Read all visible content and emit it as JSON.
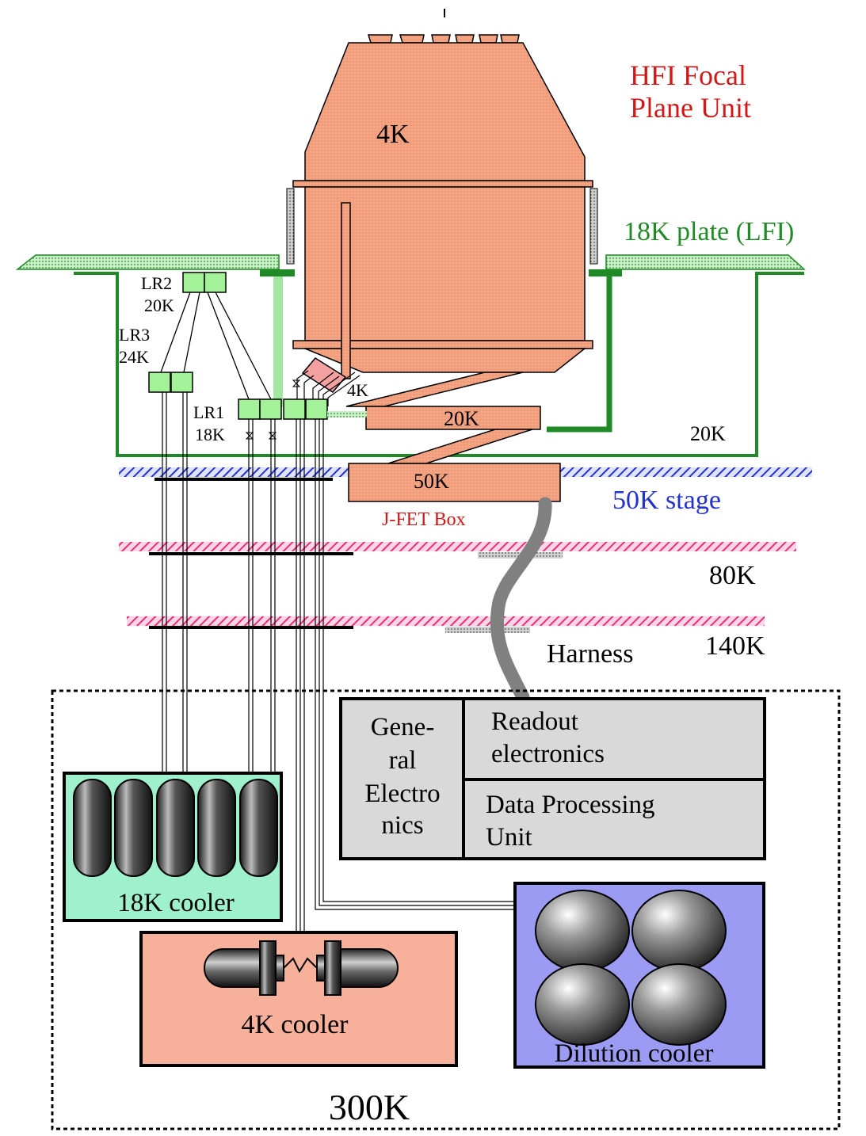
{
  "title": {
    "line1": "HFI Focal",
    "line2": "Plane Unit"
  },
  "plate_label": "18K plate (LFI)",
  "fpu": {
    "label_4k": "4K",
    "label_4k_small": "4K"
  },
  "boxes": {
    "b20k": "20K",
    "b50k": "50K",
    "jfet": "J-FET Box"
  },
  "lr": {
    "lr2": "LR2",
    "lr2_temp": "20K",
    "lr3": "LR3",
    "lr3_temp": "24K",
    "lr1": "LR1",
    "lr1_temp": "18K"
  },
  "stages": {
    "s20": "20K",
    "s50": "50K stage",
    "s80": "80K",
    "s140": "140K",
    "harness": "Harness"
  },
  "electronics": {
    "general": [
      "Gene-",
      "ral",
      "Electro",
      "nics"
    ],
    "readout": [
      "Readout",
      "electronics"
    ],
    "dpu": [
      "Data Processing",
      "Unit"
    ]
  },
  "coolers": {
    "c18": "18K cooler",
    "c4": "4K cooler",
    "dilution": "Dilution cooler"
  },
  "room_temp": "300K",
  "colors": {
    "salmon": "#f4a383",
    "green": "#1f8a26",
    "light_green": "#a3e6a0",
    "blue_stage": "#2233cc",
    "pink_stage": "#e8307a",
    "red_text": "#d01818",
    "dilution_bg": "#9b9bf3",
    "cooler18_bg": "#9ff0cc",
    "cooler4_bg": "#f7b09a",
    "elec_bg": "#d9d9d9",
    "harness": "#808080"
  }
}
